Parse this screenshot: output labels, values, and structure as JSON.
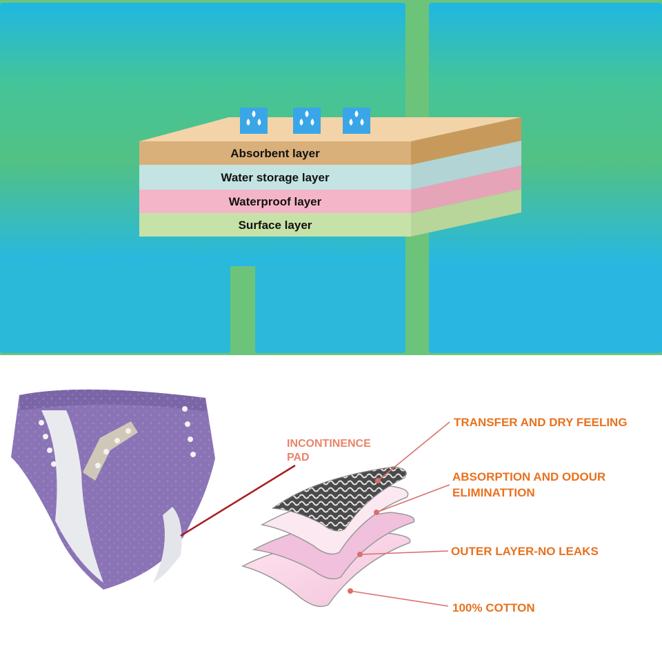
{
  "layer_diagram": {
    "layers": [
      {
        "label": "Absorbent layer",
        "color": "#d9b07a"
      },
      {
        "label": "Water storage layer",
        "color": "#c4e3e3"
      },
      {
        "label": "Waterproof layer",
        "color": "#f5b5c8"
      },
      {
        "label": "Surface layer",
        "color": "#c7e2a8"
      }
    ],
    "drop_icons": [
      "water-drops-icon",
      "water-drops-icon",
      "water-drops-icon"
    ]
  },
  "pad_diagram": {
    "pad_label_line1": "INCONTINENCE",
    "pad_label_line2": "PAD",
    "callouts": [
      {
        "line1": "TRANSFER AND DRY FEELING",
        "line2": ""
      },
      {
        "line1": "ABSORPTION AND ODOUR",
        "line2": "ELIMINATTION"
      },
      {
        "line1": "OUTER LAYER-NO LEAKS",
        "line2": ""
      },
      {
        "line1": "100% COTTON",
        "line2": ""
      }
    ],
    "accent_color": "#e8711f",
    "leader_color": "#d9706b",
    "garment_color": "#8d77b8"
  }
}
